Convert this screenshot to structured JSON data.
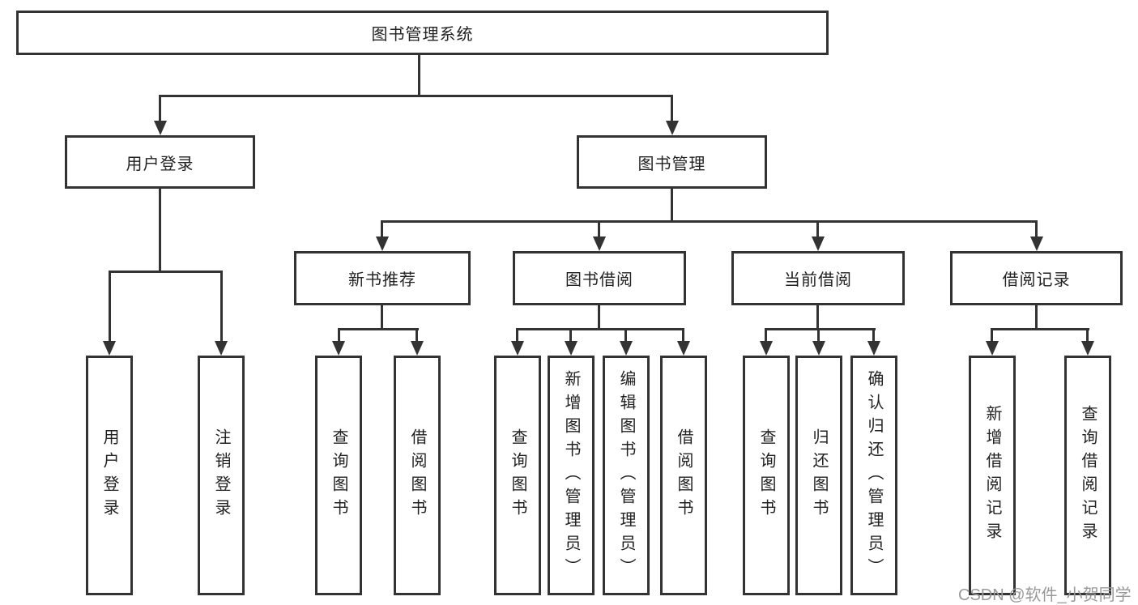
{
  "diagram_title": "图书管理系统",
  "tree": {
    "root": {
      "label": "图书管理系统",
      "children": [
        {
          "label": "用户登录",
          "children": [
            {
              "label": "用户登录"
            },
            {
              "label": "注销登录"
            }
          ]
        },
        {
          "label": "图书管理",
          "children": [
            {
              "label": "新书推荐",
              "children": [
                {
                  "label": "查询图书"
                },
                {
                  "label": "借阅图书"
                }
              ]
            },
            {
              "label": "图书借阅",
              "children": [
                {
                  "label": "查询图书"
                },
                {
                  "label": "新增图书（管理员）"
                },
                {
                  "label": "编辑图书（管理员）"
                },
                {
                  "label": "借阅图书"
                }
              ]
            },
            {
              "label": "当前借阅",
              "children": [
                {
                  "label": "查询图书"
                },
                {
                  "label": "归还图书"
                },
                {
                  "label": "确认归还（管理员）"
                }
              ]
            },
            {
              "label": "借阅记录",
              "children": [
                {
                  "label": "新增借阅记录"
                },
                {
                  "label": "查询借阅记录"
                }
              ]
            }
          ]
        }
      ]
    }
  },
  "watermark": {
    "text": "CSDN @软件_小贺同学"
  },
  "colors": {
    "line": "#333333",
    "text": "#222222",
    "watermark": "#999999",
    "background": "#ffffff"
  }
}
